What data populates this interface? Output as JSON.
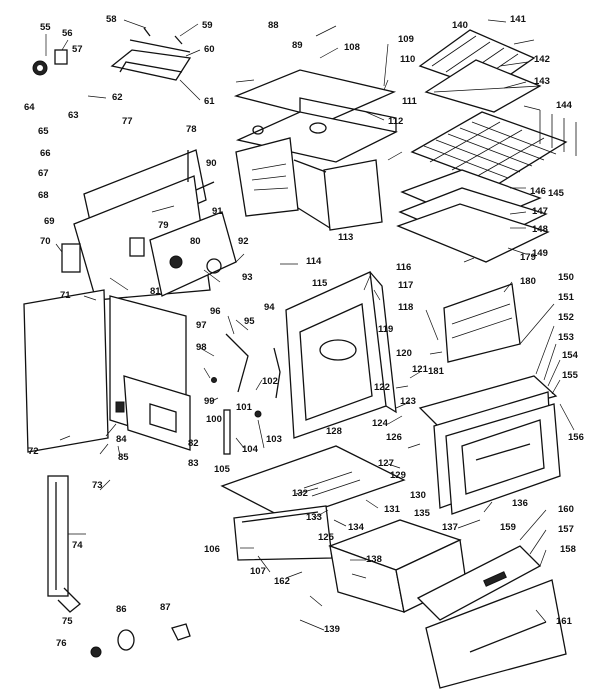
{
  "labels": [
    {
      "id": "55",
      "text": "55"
    },
    {
      "id": "56",
      "text": "56"
    },
    {
      "id": "57",
      "text": "57"
    },
    {
      "id": "58",
      "text": "58"
    },
    {
      "id": "59",
      "text": "59"
    },
    {
      "id": "60",
      "text": "60"
    },
    {
      "id": "61",
      "text": "61"
    },
    {
      "id": "62",
      "text": "62"
    },
    {
      "id": "63",
      "text": "63"
    },
    {
      "id": "64",
      "text": "64"
    },
    {
      "id": "65",
      "text": "65"
    },
    {
      "id": "66",
      "text": "66"
    },
    {
      "id": "67",
      "text": "67"
    },
    {
      "id": "68",
      "text": "68"
    },
    {
      "id": "69",
      "text": "69"
    },
    {
      "id": "70",
      "text": "70"
    },
    {
      "id": "71",
      "text": "71"
    },
    {
      "id": "72",
      "text": "72"
    },
    {
      "id": "73",
      "text": "73"
    },
    {
      "id": "74",
      "text": "74"
    },
    {
      "id": "75",
      "text": "75"
    },
    {
      "id": "76",
      "text": "76"
    },
    {
      "id": "77",
      "text": "77"
    },
    {
      "id": "78",
      "text": "78"
    },
    {
      "id": "79",
      "text": "79"
    },
    {
      "id": "80",
      "text": "80"
    },
    {
      "id": "81",
      "text": "81"
    },
    {
      "id": "82",
      "text": "82"
    },
    {
      "id": "83",
      "text": "83"
    },
    {
      "id": "84",
      "text": "84"
    },
    {
      "id": "85",
      "text": "85"
    },
    {
      "id": "86",
      "text": "86"
    },
    {
      "id": "87",
      "text": "87"
    },
    {
      "id": "88",
      "text": "88"
    },
    {
      "id": "89",
      "text": "89"
    },
    {
      "id": "90",
      "text": "90"
    },
    {
      "id": "91",
      "text": "91"
    },
    {
      "id": "92",
      "text": "92"
    },
    {
      "id": "93",
      "text": "93"
    },
    {
      "id": "94",
      "text": "94"
    },
    {
      "id": "95",
      "text": "95"
    },
    {
      "id": "96",
      "text": "96"
    },
    {
      "id": "97",
      "text": "97"
    },
    {
      "id": "98",
      "text": "98"
    },
    {
      "id": "99",
      "text": "99"
    },
    {
      "id": "100",
      "text": "100"
    },
    {
      "id": "101",
      "text": "101"
    },
    {
      "id": "102",
      "text": "102"
    },
    {
      "id": "103",
      "text": "103"
    },
    {
      "id": "104",
      "text": "104"
    },
    {
      "id": "105",
      "text": "105"
    },
    {
      "id": "106",
      "text": "106"
    },
    {
      "id": "107",
      "text": "107"
    },
    {
      "id": "108",
      "text": "108"
    },
    {
      "id": "109",
      "text": "109"
    },
    {
      "id": "110",
      "text": "110"
    },
    {
      "id": "111",
      "text": "111"
    },
    {
      "id": "112",
      "text": "112"
    },
    {
      "id": "113",
      "text": "113"
    },
    {
      "id": "114",
      "text": "114"
    },
    {
      "id": "115",
      "text": "115"
    },
    {
      "id": "116",
      "text": "116"
    },
    {
      "id": "117",
      "text": "117"
    },
    {
      "id": "118",
      "text": "118"
    },
    {
      "id": "119",
      "text": "119"
    },
    {
      "id": "120",
      "text": "120"
    },
    {
      "id": "121",
      "text": "121"
    },
    {
      "id": "122",
      "text": "122"
    },
    {
      "id": "123",
      "text": "123"
    },
    {
      "id": "124",
      "text": "124"
    },
    {
      "id": "125",
      "text": "125"
    },
    {
      "id": "126",
      "text": "126"
    },
    {
      "id": "127",
      "text": "127"
    },
    {
      "id": "128",
      "text": "128"
    },
    {
      "id": "129",
      "text": "129"
    },
    {
      "id": "130",
      "text": "130"
    },
    {
      "id": "131",
      "text": "131"
    },
    {
      "id": "132",
      "text": "132"
    },
    {
      "id": "133",
      "text": "133"
    },
    {
      "id": "134",
      "text": "134"
    },
    {
      "id": "135",
      "text": "135"
    },
    {
      "id": "136",
      "text": "136"
    },
    {
      "id": "137",
      "text": "137"
    },
    {
      "id": "138",
      "text": "138"
    },
    {
      "id": "139",
      "text": "139"
    },
    {
      "id": "140",
      "text": "140"
    },
    {
      "id": "141",
      "text": "141"
    },
    {
      "id": "142",
      "text": "142"
    },
    {
      "id": "143",
      "text": "143"
    },
    {
      "id": "144",
      "text": "144"
    },
    {
      "id": "145",
      "text": "145"
    },
    {
      "id": "146",
      "text": "146"
    },
    {
      "id": "147",
      "text": "147"
    },
    {
      "id": "148",
      "text": "148"
    },
    {
      "id": "149",
      "text": "149"
    },
    {
      "id": "150",
      "text": "150"
    },
    {
      "id": "151",
      "text": "151"
    },
    {
      "id": "152",
      "text": "152"
    },
    {
      "id": "153",
      "text": "153"
    },
    {
      "id": "154",
      "text": "154"
    },
    {
      "id": "155",
      "text": "155"
    },
    {
      "id": "156",
      "text": "156"
    },
    {
      "id": "157",
      "text": "157"
    },
    {
      "id": "158",
      "text": "158"
    },
    {
      "id": "159",
      "text": "159"
    },
    {
      "id": "160",
      "text": "160"
    },
    {
      "id": "161",
      "text": "161"
    },
    {
      "id": "162",
      "text": "162"
    },
    {
      "id": "179",
      "text": "179"
    },
    {
      "id": "180",
      "text": "180"
    },
    {
      "id": "181",
      "text": "181"
    }
  ]
}
